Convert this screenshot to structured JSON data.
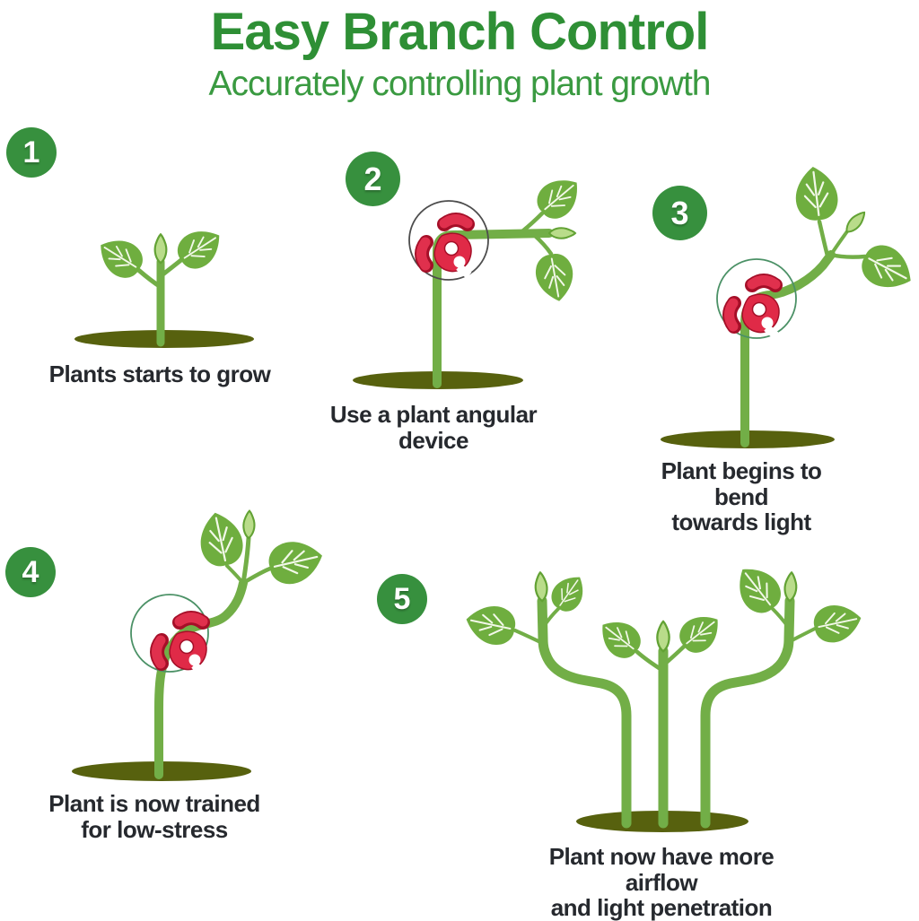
{
  "header": {
    "title": "Easy Branch Control",
    "subtitle": "Accurately controlling plant growth"
  },
  "steps": [
    {
      "number": "1",
      "caption": "Plants starts to grow"
    },
    {
      "number": "2",
      "caption": "Use a plant angular\ndevice"
    },
    {
      "number": "3",
      "caption": "Plant begins to bend\ntowards light"
    },
    {
      "number": "4",
      "caption": "Plant is now trained\nfor low-stress"
    },
    {
      "number": "5",
      "caption": "Plant now have more airflow\nand light penetration"
    }
  ],
  "colors": {
    "title_green": "#2e8f35",
    "subtitle_green": "#3a9a41",
    "badge_green": "#37903e",
    "stem_green": "#72ae47",
    "leaf_green": "#6fae3f",
    "leaf_vein": "#f2f8e8",
    "ground_olive": "#57610e",
    "clip_red": "#e02a47",
    "clip_red_dark": "#a50f28",
    "highlight_circle_gray": "#4d4d4d",
    "highlight_circle_green": "#4b9166",
    "caption_text": "#26292e",
    "background": "#ffffff"
  }
}
